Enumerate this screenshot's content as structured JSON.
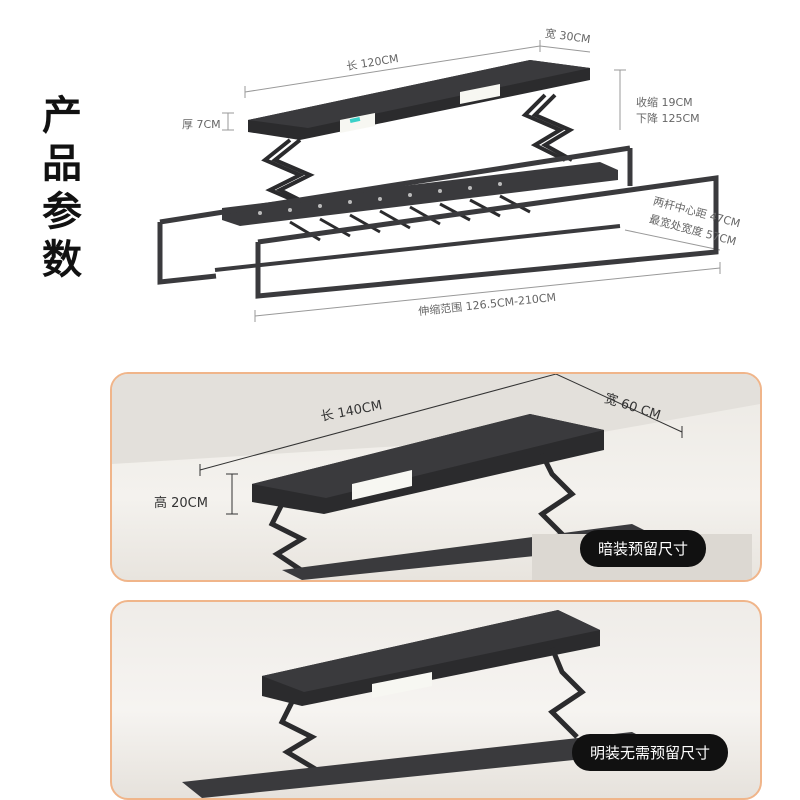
{
  "title": [
    "产",
    "品",
    "参",
    "数"
  ],
  "spec": {
    "length": "长 120CM",
    "width": "宽 30CM",
    "thickness": "厚 7CM",
    "retract": "收缩 19CM",
    "lower": "下降 125CM",
    "rod_center": "两杆中心距 47CM",
    "widest": "最宽处宽度 57CM",
    "extend": "伸缩范围 126.5CM-210CM"
  },
  "install_concealed": {
    "length": "长 140CM",
    "width": "宽 60 CM",
    "height": "高 20CM",
    "label": "暗装预留尺寸"
  },
  "install_exposed": {
    "label": "明装无需预留尺寸"
  },
  "colors": {
    "frame": "#2b2b2d",
    "accent": "#f0b58a",
    "light": "#f7f7f2",
    "led": "#3ad0c8"
  }
}
